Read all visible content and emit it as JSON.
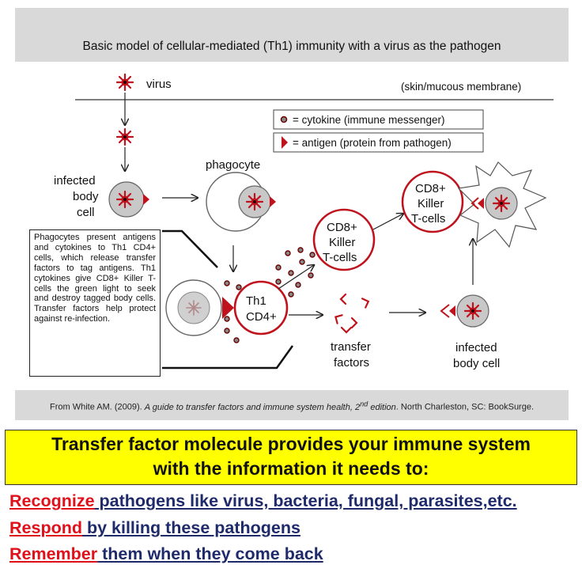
{
  "title": "Basic model of cellular-mediated (Th1) immunity with a virus as the pathogen",
  "labels": {
    "virus": "virus",
    "membrane": "(skin/mucous membrane)",
    "infected_body_cell_1": "infected",
    "infected_body_cell_2": "body",
    "infected_body_cell_3": "cell",
    "phagocyte": "phagocyte",
    "th1_line1": "Th1",
    "th1_line2": "CD4+",
    "cd8_a_line1": "CD8+",
    "cd8_a_line2": "Killer",
    "cd8_a_line3": "T-cells",
    "cd8_b_line1": "CD8+",
    "cd8_b_line2": "Killer",
    "cd8_b_line3": "T-cells",
    "transfer_factors_line1": "transfer",
    "transfer_factors_line2": "factors",
    "infected_body_cell_right_line1": "infected",
    "infected_body_cell_right_line2": "body cell"
  },
  "legend": {
    "cytokine": "= cytokine (immune messenger)",
    "antigen": "= antigen (protein from pathogen)"
  },
  "description": "Phagocytes present antigens and cytokines to Th1 CD4+ cells, which release transfer factors to tag antigens. Th1 cytokines give CD8+ Killer T-cells the green light to seek and destroy tagged body cells. Transfer factors help protect against re-infection.",
  "citation": {
    "prefix": "From White AM. (2009). ",
    "title": "A guide to transfer factors and immune system health, 2",
    "sup": "nd",
    "suffix": " edition",
    "rest": ". North Charleston, SC: BookSurge."
  },
  "callout": {
    "line1": "Transfer factor molecule provides your immune system",
    "line2": "with the information it needs to:"
  },
  "points": [
    {
      "keyword": "Recognize",
      "text": " pathogens like virus, bacteria, fungal, parasites,etc."
    },
    {
      "keyword": "Respond",
      "text": " by killing these pathogens"
    },
    {
      "keyword": "Remember",
      "text": " them when they come back"
    }
  ],
  "colors": {
    "red": "#c0121c",
    "grey_cell": "#c8c8c8",
    "callout_bg": "#ffff00",
    "title_bg": "#d9d9d9",
    "keyword": "#e0101a",
    "point_text": "#1f2a6b"
  }
}
